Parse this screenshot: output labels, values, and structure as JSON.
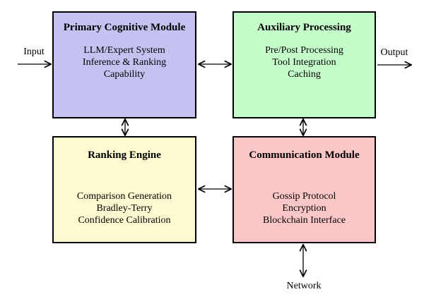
{
  "modules": [
    {
      "id": "primary-cognitive",
      "title": "Primary Cognitive Module",
      "lines": [
        "LLM/Expert System",
        "Inference & Ranking",
        "Capability"
      ],
      "fill": "#c5c2f2"
    },
    {
      "id": "auxiliary-processing",
      "title": "Auxiliary Processing",
      "lines": [
        "Pre/Post Processing",
        "Tool Integration",
        "Caching"
      ],
      "fill": "#c4fdc9"
    },
    {
      "id": "ranking-engine",
      "title": "Ranking Engine",
      "lines": [
        "Comparison Generation",
        "Bradley-Terry",
        "Confidence Calibration"
      ],
      "fill": "#fdf9d1"
    },
    {
      "id": "communication-module",
      "title": "Communication Module",
      "lines": [
        "Gossip Protocol",
        "Encryption",
        "Blockchain Interface"
      ],
      "fill": "#fbc6c6"
    }
  ],
  "labels": {
    "input": "Input",
    "output": "Output",
    "network": "Network"
  },
  "colors": {
    "stroke": "#000000",
    "background": "#ffffff"
  }
}
